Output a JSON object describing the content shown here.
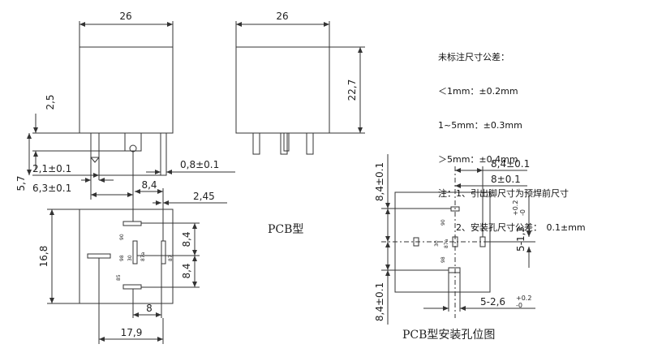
{
  "dims": {
    "front_width": "26",
    "side_width": "26",
    "height": "22,7",
    "pin_top": "2,5",
    "pin_len": "5,7",
    "pin_a": "2,1±0.1",
    "pin_b": "6,3±0.1",
    "pin_thick": "0,8±0.1",
    "bottom_84": "8,4",
    "bottom_245": "2,45",
    "bottom_168": "16,8",
    "bottom_84_r1": "8,4",
    "bottom_84_r2": "8,4",
    "bottom_8": "8",
    "bottom_179": "17,9",
    "pcb_84_top": "8,4±0.1",
    "pcb_8_top": "8±0.1",
    "pcb_84_left_top": "8,4±0.1",
    "pcb_84_left_bot": "8,4±0.1",
    "pcb_hole_small": "5-1,3",
    "pcb_hole_small_tol_up": "+0.2",
    "pcb_hole_small_tol_dn": "-0",
    "pcb_hole_big": "5-2,6",
    "pcb_hole_big_tol_up": "+0.2",
    "pcb_hole_big_tol_dn": "-0"
  },
  "pin_labels": {
    "p1": "90",
    "p2": "98",
    "p3": "87a",
    "p4": "30",
    "p5": "87",
    "p6": "85",
    "h1": "90",
    "h2": "87a",
    "h3": "30",
    "h4": "98"
  },
  "notes": {
    "title": "未标注尺寸公差：",
    "l1": "＜1mm：±0.2mm",
    "l2": "1~5mm：±0.3mm",
    "l3": "＞5mm：±0.4mm",
    "l4": "注：1、引出脚尺寸为预焊前尺寸",
    "l5": "　　2、安装孔尺寸公差：　0.1±mm"
  },
  "captions": {
    "pcb_type": "PCB型",
    "pcb_mount": "PCB型安装孔位图"
  }
}
